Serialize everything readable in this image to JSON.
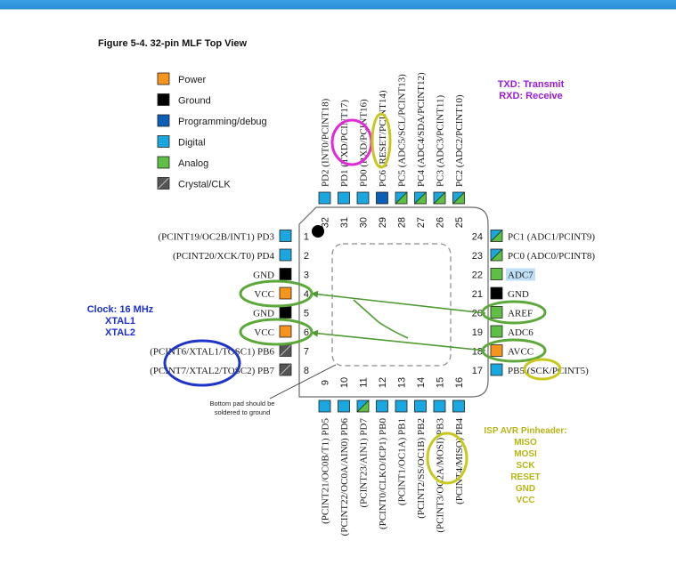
{
  "figure_title": "Figure 5-4.  32-pin MLF Top View",
  "colors": {
    "power": "#f7941d",
    "ground": "#000000",
    "programming": "#0b5fb7",
    "digital": "#1aa7e0",
    "analog": "#5fbe44",
    "crystal": "#555555",
    "highlight": "#bfe0f7",
    "ring_magenta": "#e02ad6",
    "ring_olive": "#c8c81e",
    "ring_green": "#5da83a",
    "ring_blue": "#1f35c9",
    "arrow": "#4f9a32"
  },
  "legend": [
    {
      "label": "Power",
      "type": "power"
    },
    {
      "label": "Ground",
      "type": "ground"
    },
    {
      "label": "Programming/debug",
      "type": "programming"
    },
    {
      "label": "Digital",
      "type": "digital"
    },
    {
      "label": "Analog",
      "type": "analog"
    },
    {
      "label": "Crystal/CLK",
      "type": "crystal"
    }
  ],
  "left_pins": [
    {
      "num": "1",
      "label": "(PCINT19/OC2B/INT1) PD3",
      "type": "digital"
    },
    {
      "num": "2",
      "label": "(PCINT20/XCK/T0) PD4",
      "type": "digital"
    },
    {
      "num": "3",
      "label": "GND",
      "type": "ground"
    },
    {
      "num": "4",
      "label": "VCC",
      "type": "power"
    },
    {
      "num": "5",
      "label": "GND",
      "type": "ground"
    },
    {
      "num": "6",
      "label": "VCC",
      "type": "power"
    },
    {
      "num": "7",
      "label": "(PCINT6/XTAL1/TOSC1) PB6",
      "type": "crystal"
    },
    {
      "num": "8",
      "label": "(PCINT7/XTAL2/TOSC2) PB7",
      "type": "crystal"
    }
  ],
  "right_pins": [
    {
      "num": "24",
      "label": "PC1 (ADC1/PCINT9)",
      "type": "analog-digital"
    },
    {
      "num": "23",
      "label": "PC0 (ADC0/PCINT8)",
      "type": "analog-digital"
    },
    {
      "num": "22",
      "label": "ADC7",
      "type": "analog"
    },
    {
      "num": "21",
      "label": "GND",
      "type": "ground"
    },
    {
      "num": "20",
      "label": "AREF",
      "type": "analog"
    },
    {
      "num": "19",
      "label": "ADC6",
      "type": "analog"
    },
    {
      "num": "18",
      "label": "AVCC",
      "type": "power"
    },
    {
      "num": "17",
      "label": "PB5 (SCK/PCINT5)",
      "type": "digital"
    }
  ],
  "top_pins": [
    {
      "num": "32",
      "label": "PD2 (INT0/PCINT18)",
      "type": "digital"
    },
    {
      "num": "31",
      "label": "PD1 (TXD/PCINT17)",
      "type": "digital"
    },
    {
      "num": "30",
      "label": "PD0 (RXD/PCINT16)",
      "type": "digital"
    },
    {
      "num": "29",
      "label": "PC6 (RESET/PCINT14)",
      "type": "programming"
    },
    {
      "num": "28",
      "label": "PC5 (ADC5/SCL/PCINT13)",
      "type": "analog-digital"
    },
    {
      "num": "27",
      "label": "PC4 (ADC4/SDA/PCINT12)",
      "type": "analog-digital"
    },
    {
      "num": "26",
      "label": "PC3 (ADC3/PCINT11)",
      "type": "analog-digital"
    },
    {
      "num": "25",
      "label": "PC2 (ADC2/PCINT10)",
      "type": "analog-digital"
    }
  ],
  "bottom_pins": [
    {
      "num": "9",
      "label": "(PCINT21/OC0B/T1) PD5",
      "type": "digital"
    },
    {
      "num": "10",
      "label": "(PCINT22/OC0A/AIN0) PD6",
      "type": "digital"
    },
    {
      "num": "11",
      "label": "(PCINT23/AIN1) PD7",
      "type": "analog-digital"
    },
    {
      "num": "12",
      "label": "(PCINT0/CLKO/ICP1) PB0",
      "type": "digital"
    },
    {
      "num": "13",
      "label": "(PCINT1/OC1A) PB1",
      "type": "digital"
    },
    {
      "num": "14",
      "label": "(PCINT2/SS/OC1B) PB2",
      "type": "digital"
    },
    {
      "num": "15",
      "label": "(PCINT3/OC2A/MOSI) PB3",
      "type": "digital"
    },
    {
      "num": "16",
      "label": "(PCINT4/MISO) PB4",
      "type": "digital"
    }
  ],
  "bottom_pad_note": [
    "Bottom pad should be",
    "soldered to ground"
  ],
  "notes": {
    "txd": "TXD: Transmit",
    "rxd": "RXD: Receive",
    "clock": [
      "Clock: 16 MHz",
      "XTAL1",
      "XTAL2"
    ],
    "isp": [
      "ISP AVR Pinheader:",
      "MISO",
      "MOSI",
      "SCK",
      "RESET",
      "GND",
      "VCC"
    ]
  }
}
